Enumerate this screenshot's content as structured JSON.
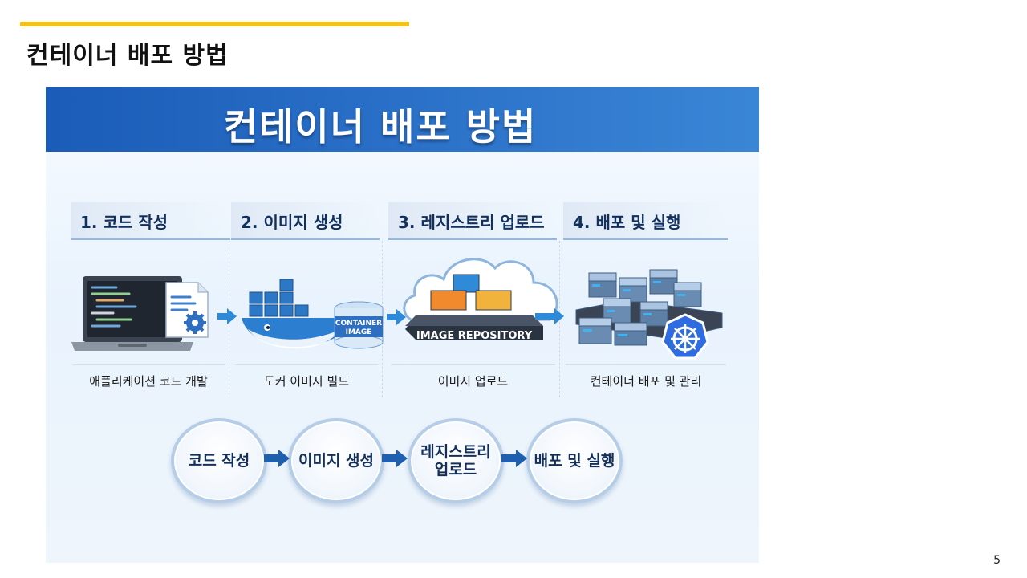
{
  "slide": {
    "title": "컨테이너 배포 방법",
    "page_number": "5",
    "accent_color": "#f5c21b"
  },
  "panel": {
    "banner_title": "컨테이너 배포 방법",
    "banner_color": "#1a5cb8",
    "steps": [
      {
        "header": "1. 코드 작성",
        "caption": "애플리케이션 코드 개발",
        "icon": "laptop-code-icon"
      },
      {
        "header": "2. 이미지 생성",
        "caption": "도커 이미지 빌드",
        "icon": "docker-whale-icon",
        "badge": "CONTAINER\nIMAGE",
        "badge_line1": "CONTAINER",
        "badge_line2": "IMAGE"
      },
      {
        "header": "3. 레지스트리 업로드",
        "caption": "이미지 업로드",
        "icon": "cloud-registry-icon",
        "badge": "IMAGE REPOSITORY"
      },
      {
        "header": "4. 배포 및 실행",
        "caption": "컨테이너 배포 및 관리",
        "icon": "kubernetes-servers-icon"
      }
    ],
    "flow": [
      {
        "label_line1": "코드 작성",
        "label_line2": ""
      },
      {
        "label_line1": "이미지 생성",
        "label_line2": ""
      },
      {
        "label_line1": "레지스트리",
        "label_line2": "업로드"
      },
      {
        "label_line1": "배포 및 실행",
        "label_line2": ""
      }
    ]
  }
}
